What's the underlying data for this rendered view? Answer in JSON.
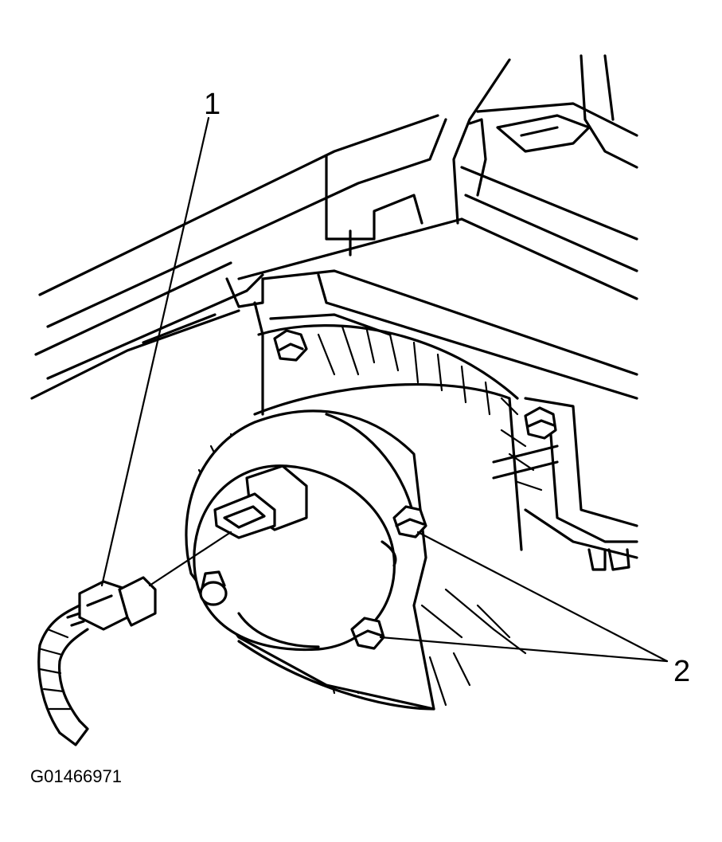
{
  "callouts": [
    {
      "id": "1",
      "label": "1"
    },
    {
      "id": "2",
      "label": "2"
    }
  ],
  "figure_id": "G01466971",
  "colors": {
    "line": "#000000",
    "background": "#ffffff"
  }
}
